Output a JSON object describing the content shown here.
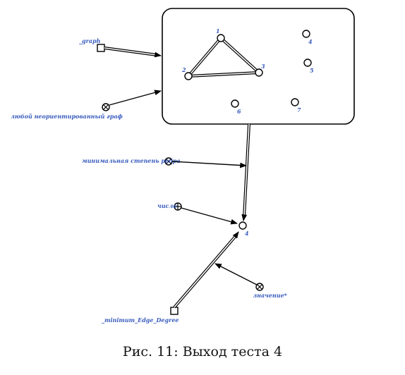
{
  "diagram": {
    "nodes": {
      "graph_node": "_graph",
      "any_graph": "любой неориентированный граф",
      "min_degree_rel": "минимальная степень ребра",
      "number_class": "число",
      "result": "4",
      "min_edge_degree": "_minimum_Edge_Degree",
      "value_rel": "значение*"
    },
    "graph_vertices": [
      "1",
      "2",
      "3",
      "4",
      "5",
      "6",
      "7"
    ],
    "graph_edges": [
      [
        "1",
        "2"
      ],
      [
        "2",
        "3"
      ],
      [
        "1",
        "3"
      ]
    ]
  },
  "caption": "Рис. 11: Выход теста 4"
}
